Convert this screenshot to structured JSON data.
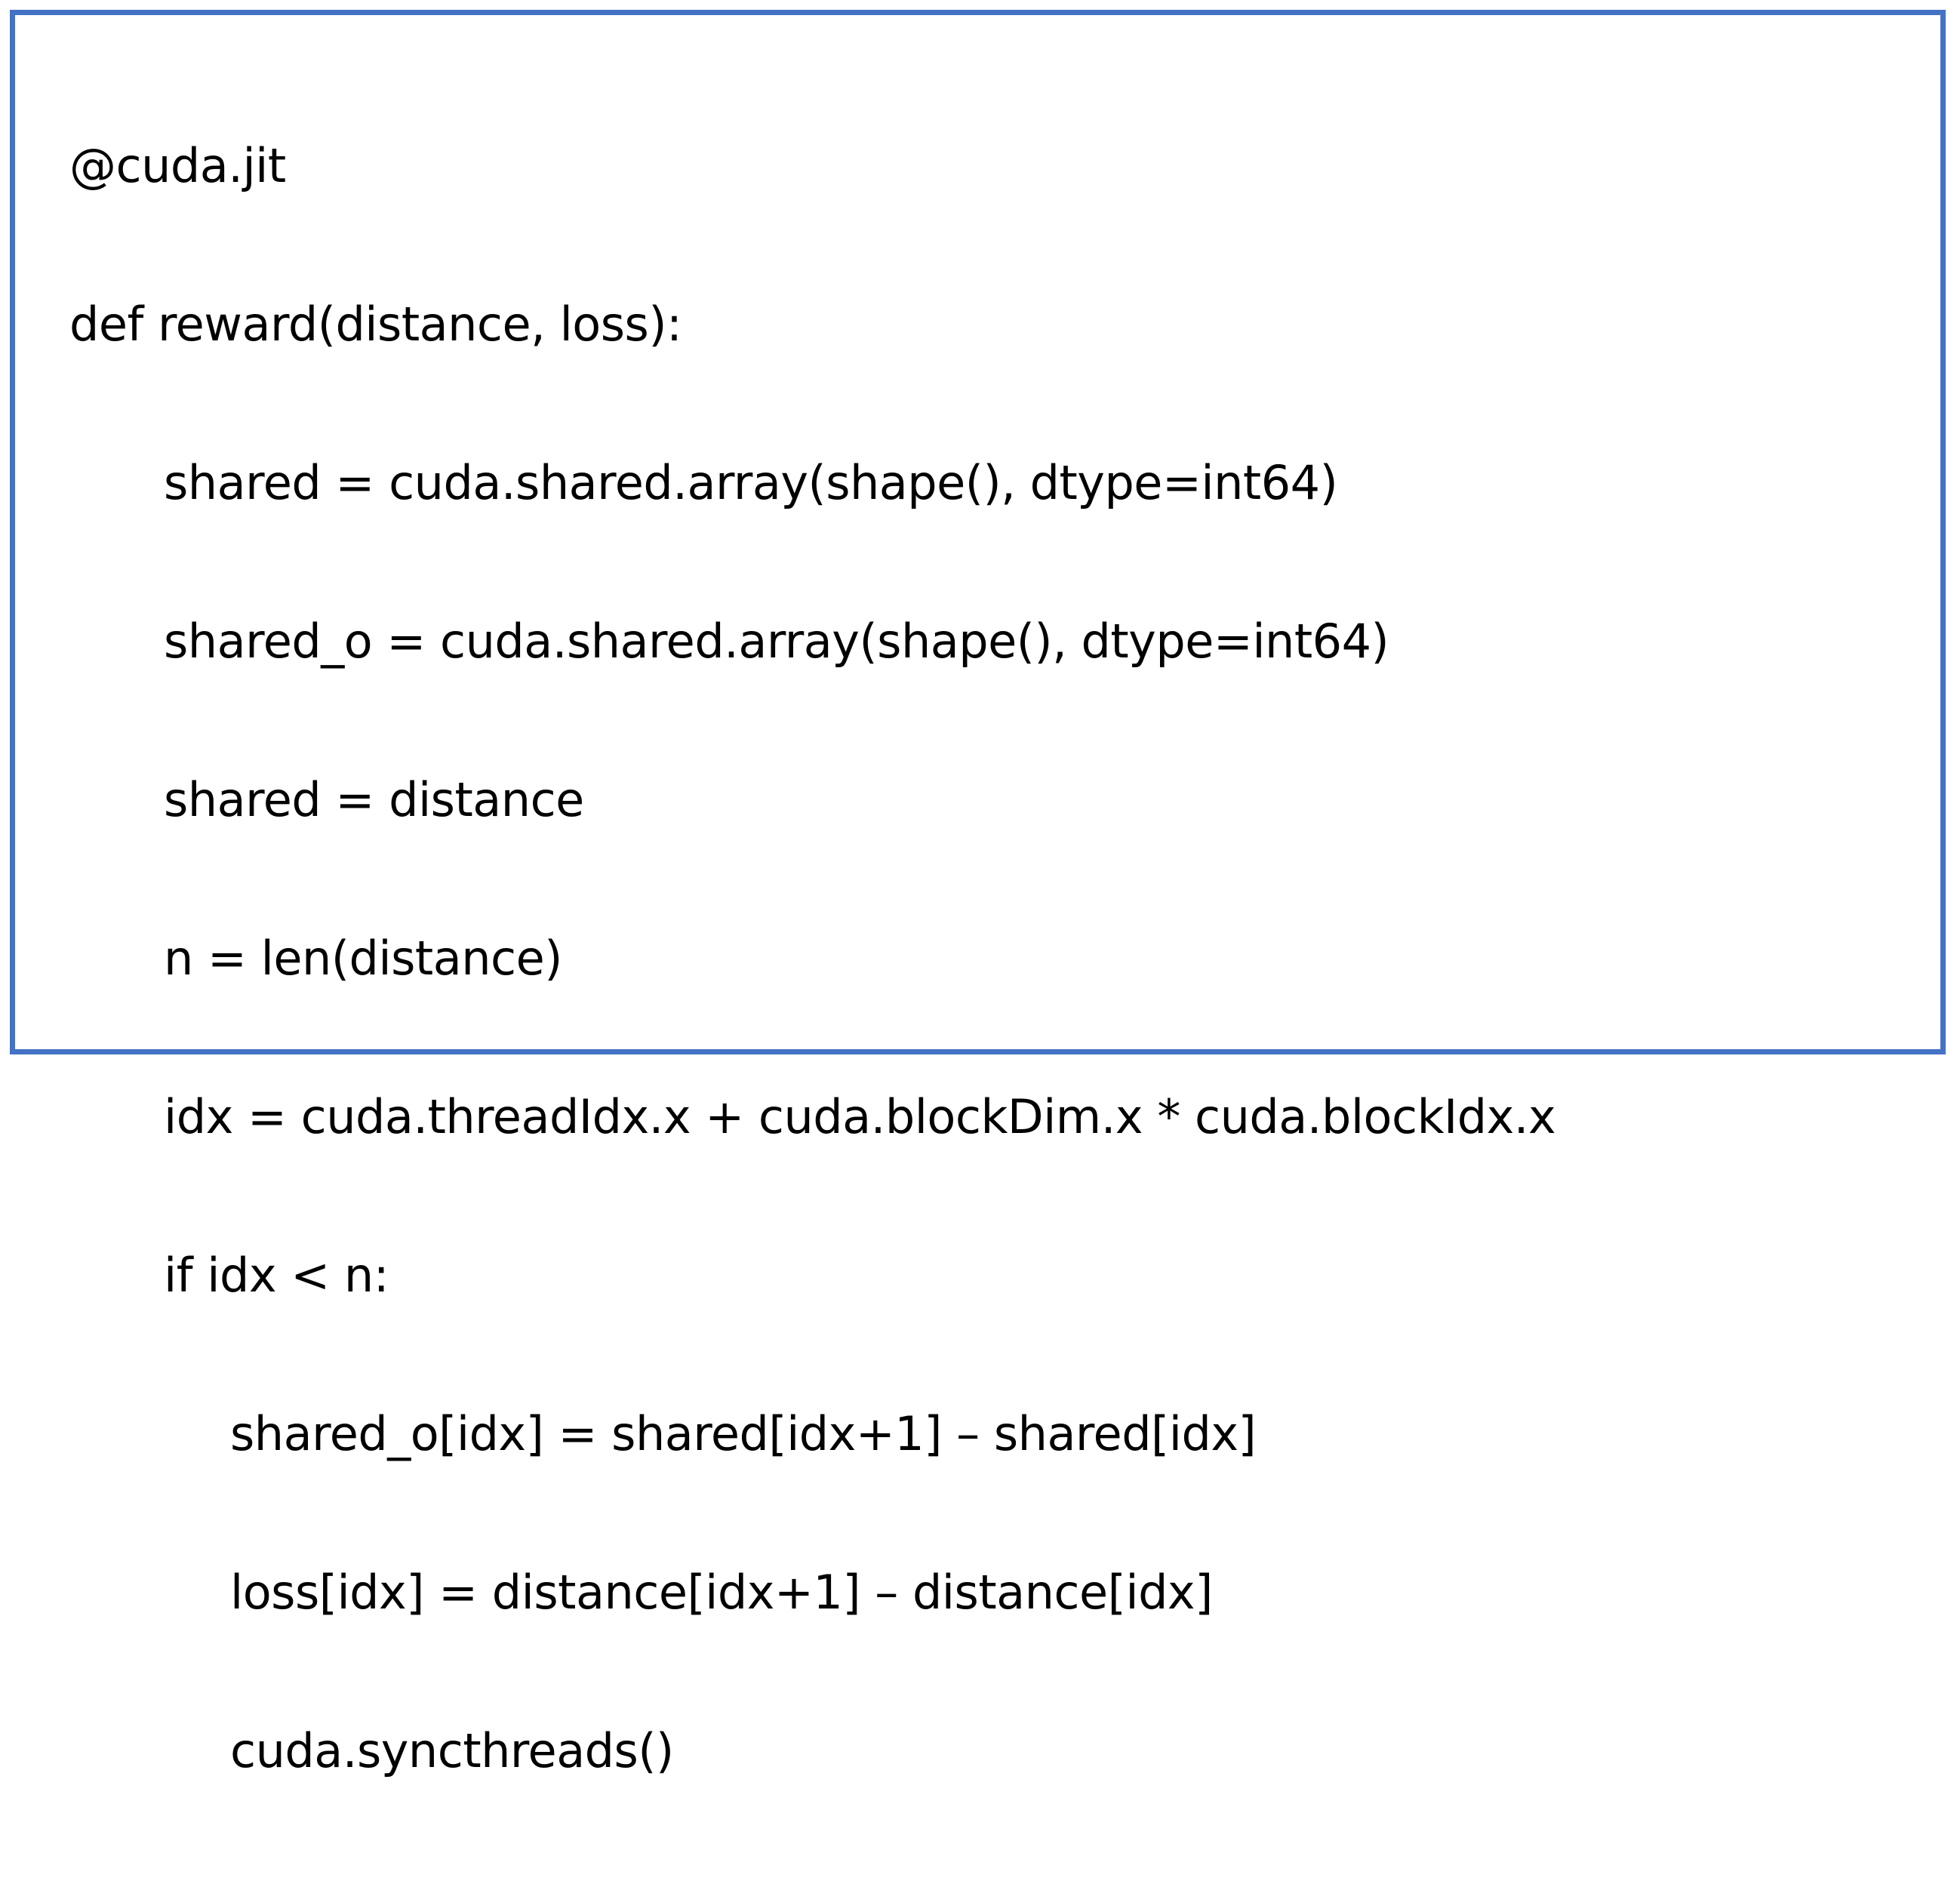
{
  "card": {
    "border_color": "#4472C4",
    "background_color": "#FFFFFF",
    "text_color": "#000000"
  },
  "code": {
    "language": "python",
    "lines": [
      {
        "text": "@cuda.jit",
        "indent": 0
      },
      {
        "text": "def reward(distance, loss):",
        "indent": 0
      },
      {
        "text": "shared = cuda.shared.array(shape(), dtype=int64)",
        "indent": 1
      },
      {
        "text": "shared_o = cuda.shared.array(shape(), dtype=int64)",
        "indent": 1
      },
      {
        "text": "shared = distance",
        "indent": 1
      },
      {
        "text": "n = len(distance)",
        "indent": 1
      },
      {
        "text": "idx = cuda.threadIdx.x + cuda.blockDim.x * cuda.blockIdx.x",
        "indent": 1
      },
      {
        "text": "if idx < n:",
        "indent": 1
      },
      {
        "text": "shared_o[idx] = shared[idx+1] – shared[idx]",
        "indent": 2
      },
      {
        "text": "loss[idx] = distance[idx+1] – distance[idx]",
        "indent": 2
      },
      {
        "text": "cuda.syncthreads()",
        "indent": 2
      }
    ]
  }
}
